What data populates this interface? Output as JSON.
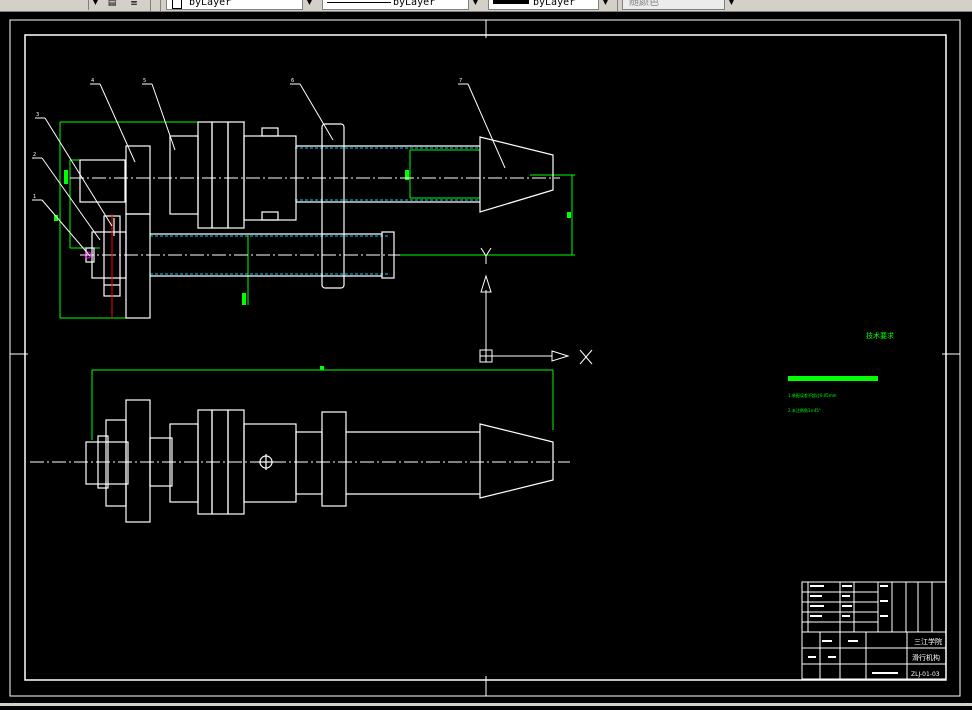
{
  "toolbar": {
    "layer_label": "byLayer",
    "linetype_label": "byLayer",
    "lineweight_label": "byLayer",
    "plotstyle_label": "随颜色"
  },
  "drawing": {
    "view_labels": [
      "1",
      "2",
      "3",
      "4",
      "5",
      "6",
      "7"
    ],
    "tech_title": "技术要求",
    "tech_notes": [
      "1.装配误差不超过0.05mm",
      "2.未注倒角1×45°"
    ],
    "ucs_x": "X",
    "ucs_y": "Y",
    "title_block": {
      "company": "三江学院",
      "drawing_name": "滑行机构",
      "drawing_number": "ZLJ-01-03"
    }
  },
  "colors": {
    "background": "#000000",
    "lines": "#ffffff",
    "dimensions": "#00ff00",
    "centerline": "#ff0000",
    "hidden": "#00ffff"
  }
}
